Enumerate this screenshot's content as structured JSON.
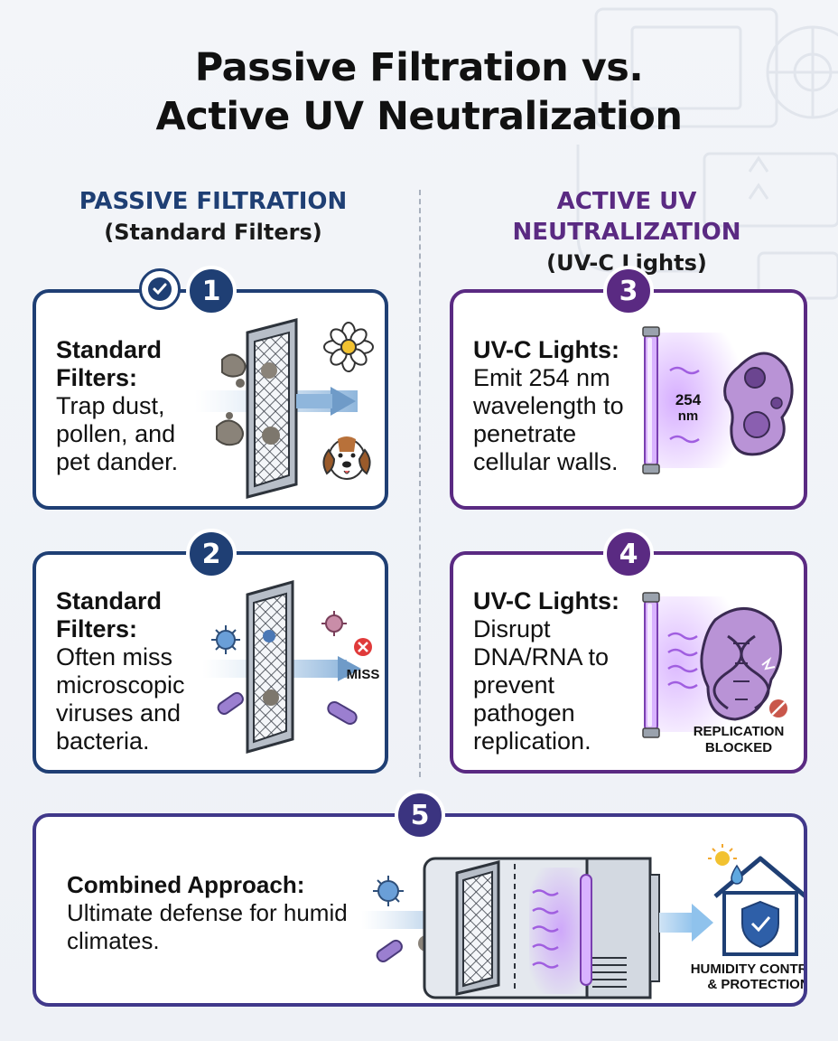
{
  "title_line1": "Passive Filtration vs.",
  "title_line2": "Active UV Neutralization",
  "left_column": {
    "heading": "PASSIVE FILTRATION",
    "subheading": "(Standard Filters)"
  },
  "right_column": {
    "heading": "ACTIVE UV NEUTRALIZATION",
    "subheading": "(UV-C Lights)"
  },
  "cards": [
    {
      "number": "1",
      "lead": "Standard Filters:",
      "body": "Trap dust, pollen, and pet dander."
    },
    {
      "number": "2",
      "lead": "Standard Filters:",
      "body": "Often miss microscopic viruses and bacteria.",
      "tag": "MISS"
    },
    {
      "number": "3",
      "lead": "UV-C Lights:",
      "body": "Emit 254 nm wavelength to penetrate cellular walls.",
      "wave_label_1": "254",
      "wave_label_2": "nm"
    },
    {
      "number": "4",
      "lead": "UV-C Lights:",
      "body": "Disrupt DNA/RNA to prevent pathogen replication.",
      "tag_line1": "REPLICATION",
      "tag_line2": "BLOCKED"
    },
    {
      "number": "5",
      "lead": "Combined Approach:",
      "body": "Ultimate defense for humid climates.",
      "tag_line1": "HUMIDITY CONTROL",
      "tag_line2": "& PROTECTION"
    }
  ],
  "colors": {
    "passive": "#1f3f74",
    "active": "#5a2a82",
    "uv_glow": "#b36bff"
  },
  "icons": [
    "check-icon",
    "filter-icon",
    "flower-icon",
    "dog-icon",
    "virus-icon",
    "bacteria-icon",
    "miss-x-icon",
    "uv-lamp-icon",
    "cell-icon",
    "dna-icon",
    "hvac-unit-icon",
    "house-shield-icon",
    "sun-icon",
    "droplet-icon"
  ]
}
